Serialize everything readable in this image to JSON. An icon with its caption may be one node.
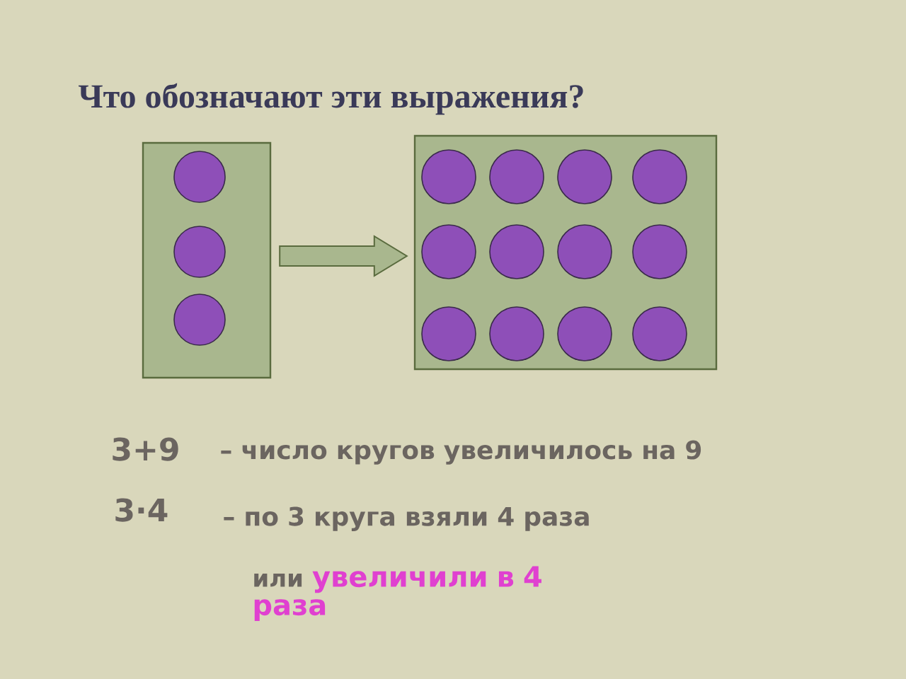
{
  "diagram": {
    "title": "Что обозначают эти выражения?",
    "nodes": [
      {
        "text": [],
        "shape": "box"
      },
      {
        "text": [],
        "shape": "box"
      },
      {
        "text": [],
        "shape": "circle",
        "in": 0
      },
      {
        "text": [],
        "shape": "circle",
        "in": 0
      },
      {
        "text": [],
        "shape": "circle",
        "in": 0
      },
      {
        "text": [],
        "shape": "circle",
        "in": 1
      },
      {
        "text": [],
        "shape": "circle",
        "in": 1
      },
      {
        "text": [],
        "shape": "circle",
        "in": 1
      },
      {
        "text": [],
        "shape": "circle",
        "in": 1
      },
      {
        "text": [],
        "shape": "circle",
        "in": 1
      },
      {
        "text": [],
        "shape": "circle",
        "in": 1
      },
      {
        "text": [],
        "shape": "circle",
        "in": 1
      },
      {
        "text": [],
        "shape": "circle",
        "in": 1
      },
      {
        "text": [],
        "shape": "circle",
        "in": 1
      },
      {
        "text": [],
        "shape": "circle",
        "in": 1
      },
      {
        "text": [],
        "shape": "circle",
        "in": 1
      },
      {
        "text": [],
        "shape": "circle",
        "in": 1
      }
    ],
    "edges": [
      {
        "from": 0,
        "to": 1,
        "arrow": "to"
      }
    ],
    "labels": [
      "3+9",
      "– число кругов увеличилось на 9",
      "3·4",
      "– по 3 круга взяли 4 раза",
      "или",
      "увеличили в 4 раза"
    ]
  }
}
